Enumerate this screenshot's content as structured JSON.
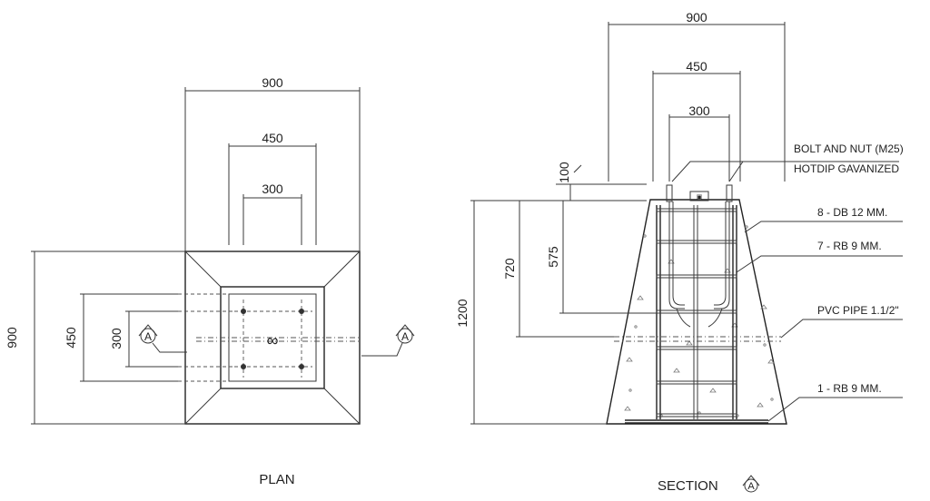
{
  "plan": {
    "title": "PLAN",
    "dim_outer": "900",
    "dim_mid": "450",
    "dim_inner": "300",
    "dim_side_outer": "900",
    "dim_side_mid": "450",
    "dim_side_inner": "300",
    "section_marker": "A",
    "center_mark": "∞"
  },
  "section": {
    "title": "SECTION",
    "marker": "A",
    "dim_top_outer": "900",
    "dim_top_mid": "450",
    "dim_top_inner": "300",
    "dim_projection": "100",
    "dim_height_total": "1200",
    "dim_height_720": "720",
    "dim_height_575": "575",
    "notes": [
      "BOLT AND NUT (M25)",
      "HOTDIP GAVANIZED",
      "8 - DB 12 MM.",
      "7 - RB 9 MM.",
      "PVC PIPE 1.1/2\"",
      "1 - RB 9 MM."
    ]
  }
}
